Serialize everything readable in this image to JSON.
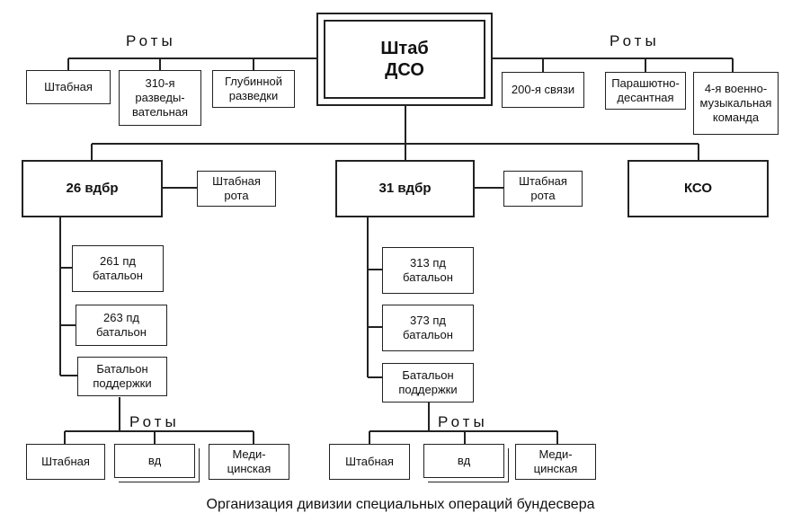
{
  "hq": {
    "line1": "Штаб",
    "line2": "ДСО"
  },
  "roty_labels": {
    "top_left": "Роты",
    "top_right": "Роты",
    "bottom_left": "Роты",
    "bottom_right": "Роты"
  },
  "top_left_companies": [
    {
      "lines": [
        "Штабная"
      ]
    },
    {
      "lines": [
        "310-я",
        "разведы-",
        "вательная"
      ]
    },
    {
      "lines": [
        "Глубинной",
        "разведки"
      ]
    }
  ],
  "top_right_companies": [
    {
      "lines": [
        "200-я связи"
      ]
    },
    {
      "lines": [
        "Парашютно-",
        "десантная"
      ]
    },
    {
      "lines": [
        "4-я военно-",
        "музыкальная",
        "команда"
      ]
    }
  ],
  "brigades": {
    "b26": {
      "name": "26 вдбр",
      "staff_company": [
        "Штабная",
        "рота"
      ]
    },
    "b31": {
      "name": "31 вдбр",
      "staff_company": [
        "Штабная",
        "рота"
      ]
    },
    "kso": {
      "name": "КСО"
    }
  },
  "battalions_26": [
    {
      "lines": [
        "261 пд",
        "батальон"
      ]
    },
    {
      "lines": [
        "263 пд",
        "батальон"
      ]
    },
    {
      "lines": [
        "Батальон",
        "поддержки"
      ]
    }
  ],
  "battalions_31": [
    {
      "lines": [
        "313 пд",
        "батальон"
      ]
    },
    {
      "lines": [
        "373 пд",
        "батальон"
      ]
    },
    {
      "lines": [
        "Батальон",
        "поддержки"
      ]
    }
  ],
  "bottom_left_companies": [
    {
      "lines": [
        "Штабная"
      ]
    },
    {
      "lines": [
        "вд"
      ]
    },
    {
      "lines": [
        "Меди-",
        "цинская"
      ]
    }
  ],
  "bottom_right_companies": [
    {
      "lines": [
        "Штабная"
      ]
    },
    {
      "lines": [
        "вд"
      ]
    },
    {
      "lines": [
        "Меди-",
        "цинская"
      ]
    }
  ],
  "caption": "Организация дивизии специальных операций бундесвера"
}
